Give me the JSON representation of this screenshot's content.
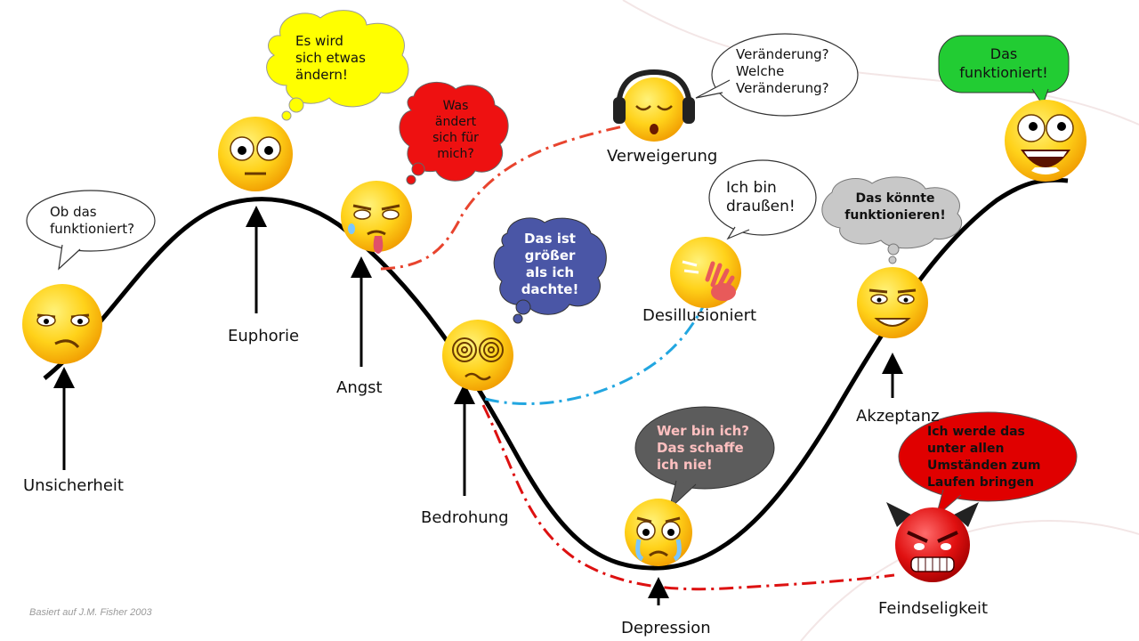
{
  "stages": {
    "unsicherheit": "Unsicherheit",
    "euphorie": "Euphorie",
    "angst": "Angst",
    "bedrohung": "Bedrohung",
    "verweigerung": "Verweigerung",
    "desillusioniert": "Desillusioniert",
    "depression": "Depression",
    "akzeptanz": "Akzeptanz",
    "feindseligkeit": "Feindseligkeit"
  },
  "bubbles": {
    "unsicherheit": [
      "Ob das",
      "funktioniert?"
    ],
    "euphorie": [
      "Es wird",
      "sich etwas",
      "ändern!"
    ],
    "angst": [
      "Was",
      "ändert",
      "sich für",
      "mich?"
    ],
    "verweigerung": [
      "Veränderung?",
      "Welche",
      "Veränderung?"
    ],
    "bedrohung": [
      "Das ist",
      "größer",
      "als ich",
      "dachte!"
    ],
    "desillusioniert": [
      "Ich bin",
      "draußen!"
    ],
    "akzeptanz": [
      "Das könnte",
      "funktionieren!"
    ],
    "depression": [
      "Wer bin ich?",
      "Das schaffe",
      "ich nie!"
    ],
    "feindseligkeit": [
      "Ich werde das",
      "unter allen",
      "Umständen zum",
      "Laufen bringen"
    ],
    "final": [
      "Das",
      "funktioniert!"
    ]
  },
  "credit": "Basiert auf J.M. Fisher 2003",
  "colors": {
    "curve": "#000000",
    "emoji_face": "#f5b800",
    "euphorie_bubble": "#ffff00",
    "angst_bubble": "#ee1111",
    "bedrohung_bubble": "#4a56a6",
    "depression_bubble": "#5c5c5c",
    "feindseligkeit_bubble": "#e00000",
    "akzeptanz_bubble": "#c8c8c8",
    "final_bubble": "#22cc33",
    "dashed_red": "#e8442e",
    "dashed_blue": "#22a6e0",
    "dashed_darkred": "#dd1111",
    "depression_text": "#ffc0c0"
  }
}
